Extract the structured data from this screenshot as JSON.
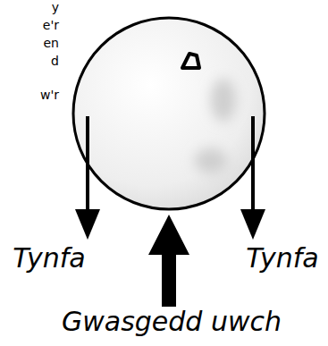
{
  "diagram": {
    "labels": [
      "y",
      "e'r",
      "en",
      "d",
      "w'r",
      "Tynfa",
      "Tynfa",
      "Gwasgedd uwch"
    ]
  }
}
